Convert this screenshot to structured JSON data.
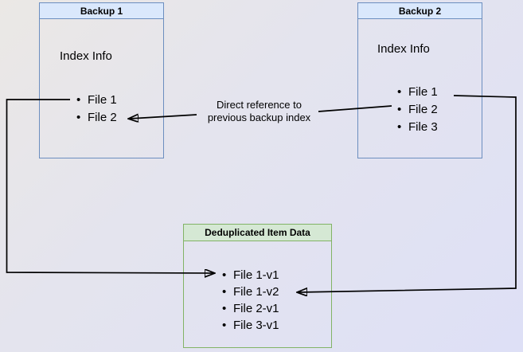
{
  "colors": {
    "blue_border": "#6c8ebf",
    "blue_header_fill": "#dae8fc",
    "green_border": "#82b366",
    "green_header_fill": "#d5e8d4",
    "connector_line": "#000000",
    "background_top_left": "#ebe8e5",
    "background_bottom_right": "#dee0f6"
  },
  "bullet_glyph": "•",
  "boxes": {
    "backup1": {
      "title": "Backup 1",
      "subtitle": "Index Info",
      "files": [
        "File 1",
        "File 2"
      ]
    },
    "backup2": {
      "title": "Backup 2",
      "subtitle": "Index Info",
      "files": [
        "File 1",
        "File 2",
        "File 3"
      ]
    },
    "dedup": {
      "title": "Deduplicated Item Data",
      "files": [
        "File 1-v1",
        "File 1-v2",
        "File 2-v1",
        "File 3-v1"
      ]
    }
  },
  "annotation": {
    "line1": "Direct reference to",
    "line2": "previous backup index"
  }
}
